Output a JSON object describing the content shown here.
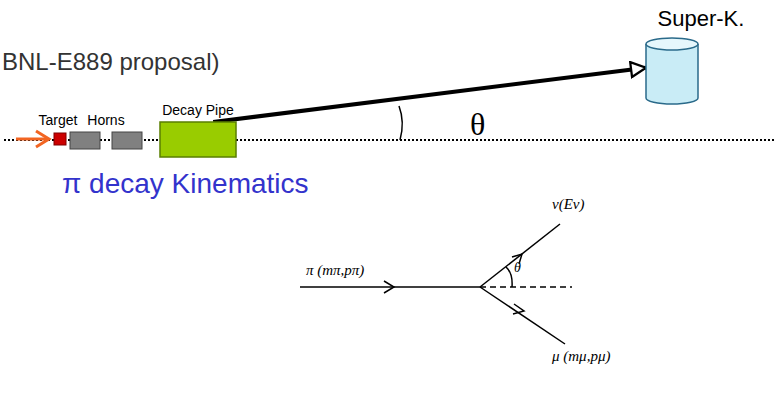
{
  "diagram": {
    "nodes": [
      {
        "text": [
          "Super-K."
        ]
      },
      {
        "text": [
          "Target"
        ]
      },
      {
        "text": [
          "Horns"
        ]
      },
      {
        "text": [
          "Decay Pipe"
        ]
      }
    ],
    "edges": [
      {
        "from": 3,
        "to": 0,
        "arrow": "to"
      }
    ],
    "labels": [
      "BNL-E889 proposal)",
      "θ",
      "π decay Kinematics",
      "ν(Eν)",
      "π (mπ,pπ)",
      "θ",
      "μ (mμ,pμ)"
    ]
  }
}
